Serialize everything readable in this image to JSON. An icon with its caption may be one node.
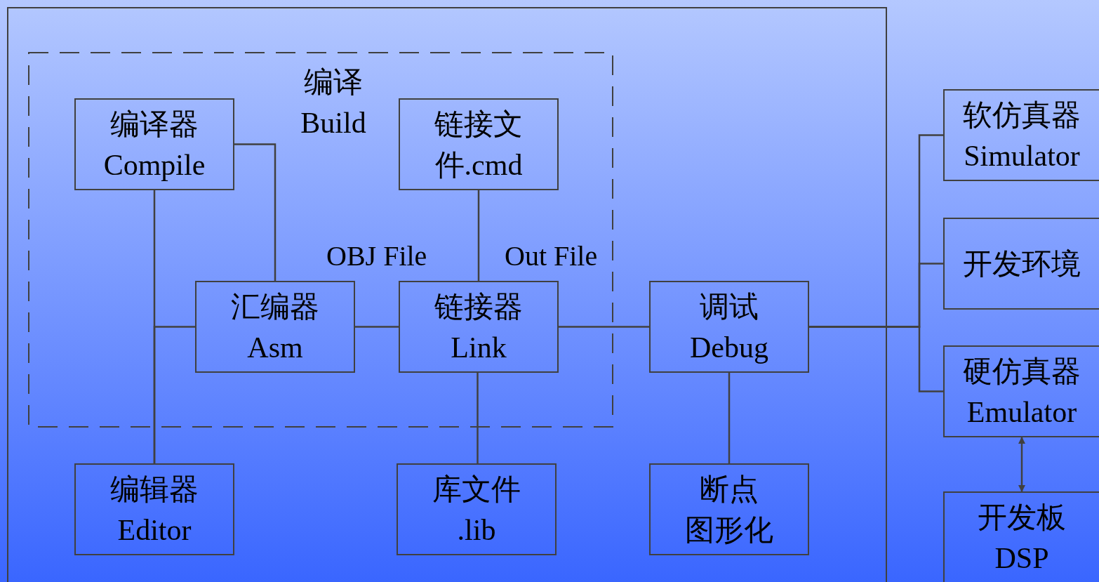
{
  "diagram": {
    "nodes": [
      {
        "text": [],
        "shape": "box"
      },
      {
        "text": [
          "编译",
          "Build"
        ],
        "in": 0
      },
      {
        "text": [
          "编译器",
          "Compile"
        ],
        "in": 1
      },
      {
        "text": [
          "链接文件.cmd"
        ],
        "in": 1
      },
      {
        "text": [
          "汇编器",
          "Asm"
        ],
        "in": 1
      },
      {
        "text": [
          "链接器",
          "Link"
        ],
        "in": 1
      },
      {
        "text": [
          "调试",
          "Debug"
        ],
        "in": 0
      },
      {
        "text": [
          "编辑器",
          "Editor"
        ],
        "in": 0
      },
      {
        "text": [
          "库文件",
          ".lib"
        ],
        "in": 0
      },
      {
        "text": [
          "断点",
          "图形化"
        ],
        "in": 0
      },
      {
        "text": [
          "软仿真器",
          "Simulator"
        ]
      },
      {
        "text": [
          "开发环境"
        ]
      },
      {
        "text": [
          "硬仿真器",
          "Emulator"
        ]
      },
      {
        "text": [
          "开发板",
          "DSP"
        ]
      }
    ],
    "edges": [
      {
        "from": 2,
        "to": 7,
        "arrow": "none"
      },
      {
        "from": 7,
        "to": 4,
        "arrow": "none"
      },
      {
        "from": 2,
        "to": 4,
        "arrow": "none"
      },
      {
        "from": 4,
        "to": 5,
        "arrow": "none",
        "label": "OBJ File"
      },
      {
        "from": 3,
        "to": 5,
        "arrow": "none"
      },
      {
        "from": 5,
        "to": 8,
        "arrow": "none"
      },
      {
        "from": 5,
        "to": 6,
        "arrow": "none",
        "label": "Out File"
      },
      {
        "from": 6,
        "to": 9,
        "arrow": "none"
      },
      {
        "from": 6,
        "to": 10,
        "arrow": "none"
      },
      {
        "from": 6,
        "to": 11,
        "arrow": "none"
      },
      {
        "from": 6,
        "to": 12,
        "arrow": "none"
      },
      {
        "from": 12,
        "to": 13,
        "arrow": "both"
      }
    ]
  }
}
